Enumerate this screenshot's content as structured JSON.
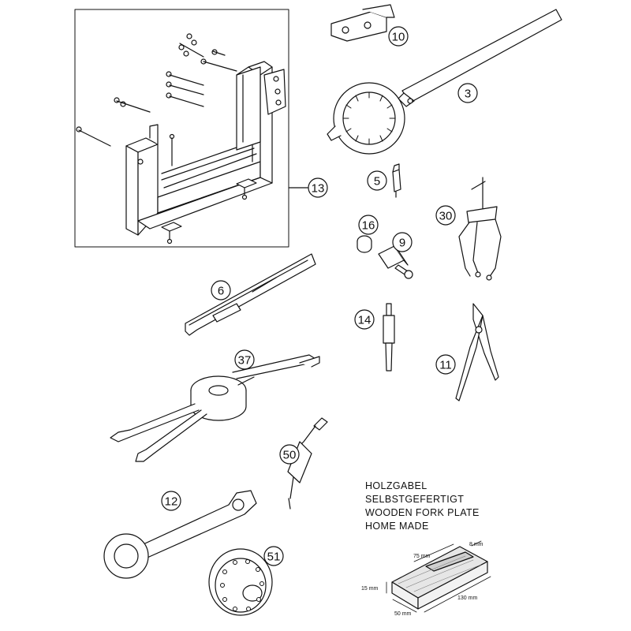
{
  "callouts": {
    "c10": "10",
    "c3": "3",
    "c13": "13",
    "c5": "5",
    "c16": "16",
    "c9": "9",
    "c30": "30",
    "c6": "6",
    "c14": "14",
    "c37": "37",
    "c11": "11",
    "c50": "50",
    "c12": "12",
    "c51": "51"
  },
  "note": {
    "line1": "HOLZGABEL",
    "line2": "SELBSTGEFERTIGT",
    "line3": "WOODEN FORK PLATE",
    "line4": "HOME MADE"
  },
  "dimensions": {
    "top_length": "75 mm",
    "slot_width": "8 mm",
    "height": "15 mm",
    "bottom_length": "50 mm",
    "total_length": "130 mm"
  },
  "colors": {
    "line": "#111111",
    "fill": "#ffffff",
    "wood": "#dcdcdc"
  }
}
